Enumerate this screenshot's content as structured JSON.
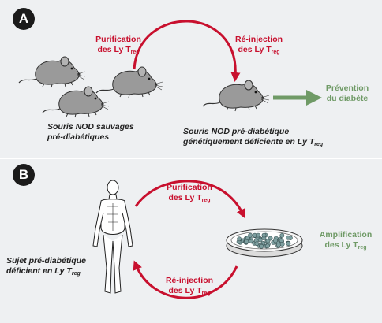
{
  "panel_a": {
    "badge": "A",
    "purification": {
      "line1": "Purification",
      "line2": "des Ly T",
      "sub": "reg"
    },
    "reinjection": {
      "line1": "Ré-injection",
      "line2": "des Ly T",
      "sub": "reg"
    },
    "prevention": {
      "line1": "Prévention",
      "line2": "du diabète"
    },
    "caption_left": {
      "line1": "Souris NOD sauvages",
      "line2": "pré-diabétiques"
    },
    "caption_right": {
      "line1": "Souris NOD pré-diabétique",
      "line2": "génétiquement déficiente en Ly T",
      "sub": "reg"
    }
  },
  "panel_b": {
    "badge": "B",
    "purification": {
      "line1": "Purification",
      "line2": "des Ly T",
      "sub": "reg"
    },
    "reinjection": {
      "line1": "Ré-injection",
      "line2": "des Ly T",
      "sub": "reg"
    },
    "amplification": {
      "line1": "Amplification",
      "line2": "des Ly T",
      "sub": "reg"
    },
    "caption_subject": {
      "line1": "Sujet pré-diabétique",
      "line2": "déficient en Ly T",
      "sub": "reg"
    }
  },
  "colors": {
    "red_arrow": "#c8102e",
    "green_arrow": "#6f9a66",
    "mouse": "#9a9a9a",
    "panel_bg": "#eef0f2"
  }
}
